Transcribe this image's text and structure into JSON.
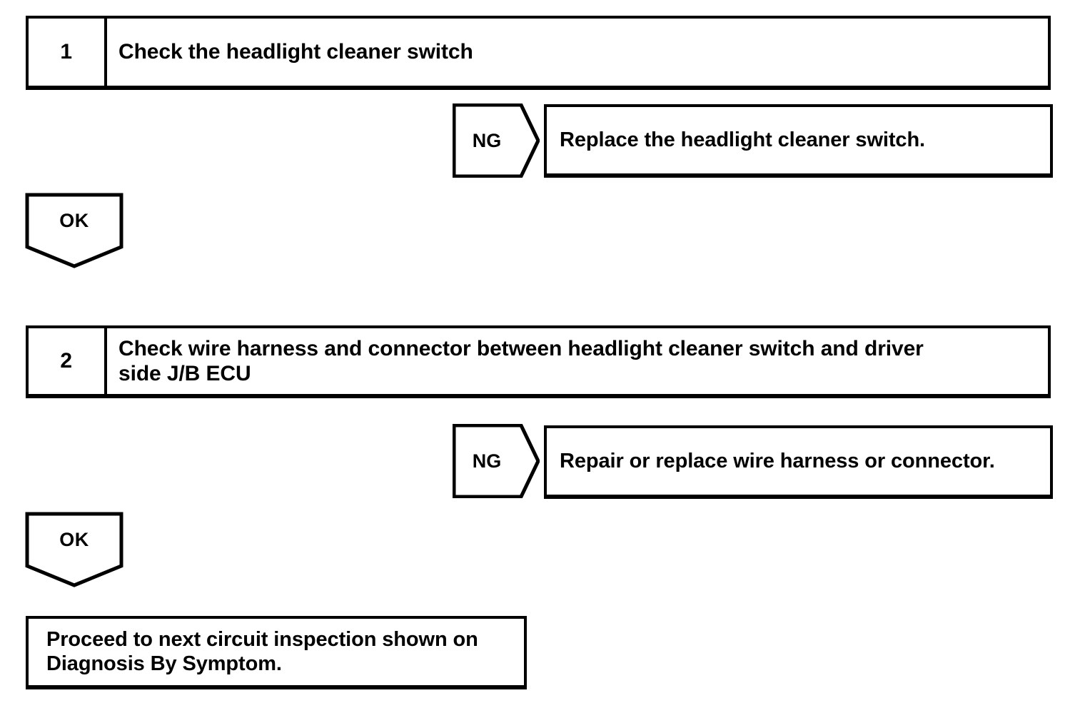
{
  "document": {
    "type": "troubleshooting-flowchart",
    "title": "Headlight Cleaner Circuit Inspection",
    "ink_color": "#000000",
    "paper_color": "#ffffff"
  },
  "steps": [
    {
      "number": "1",
      "lines": [
        "Check the headlight cleaner switch"
      ],
      "ng": {
        "tag": "NG",
        "lines": [
          "Replace the headlight cleaner switch."
        ]
      },
      "ok": {
        "tag": "OK"
      }
    },
    {
      "number": "2",
      "lines": [
        "Check wire harness and connector between headlight cleaner switch and driver",
        "side J/B ECU"
      ],
      "ng": {
        "tag": "NG",
        "lines": [
          "Repair or replace wire harness or connector."
        ]
      },
      "ok": {
        "tag": "OK"
      }
    }
  ],
  "terminal": {
    "lines": [
      "Proceed to next circuit inspection shown on",
      "Diagnosis By Symptom."
    ]
  }
}
